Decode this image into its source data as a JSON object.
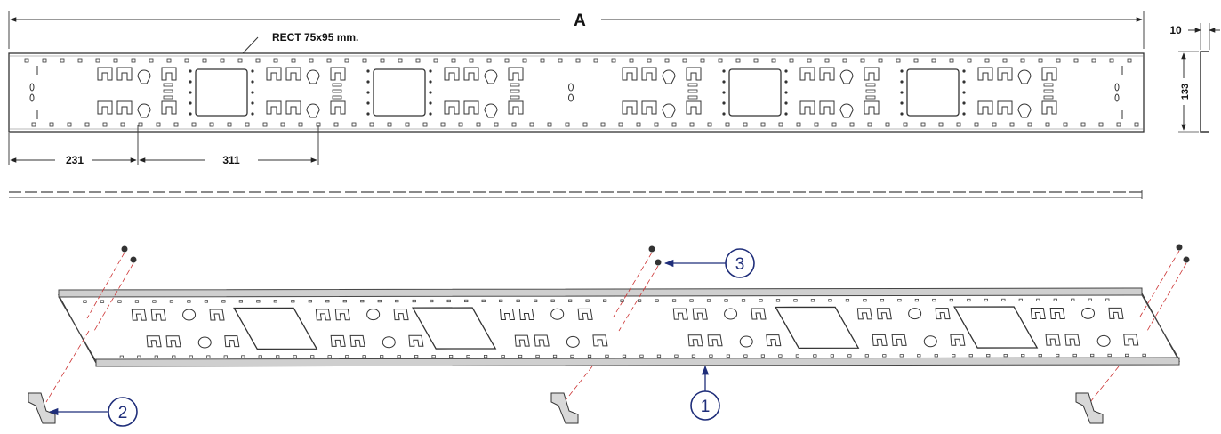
{
  "dimensions": {
    "overall_label": "A",
    "rect_label": "RECT 75x95 mm.",
    "dim_left": "231",
    "dim_spacing": "311",
    "side_thickness": "10",
    "side_height": "133"
  },
  "callouts": [
    {
      "id": "1",
      "label": "1"
    },
    {
      "id": "2",
      "label": "2"
    },
    {
      "id": "3",
      "label": "3"
    }
  ],
  "colors": {
    "line": "#333333",
    "callout": "#1f2e7a",
    "centerline": "#cc3333"
  }
}
